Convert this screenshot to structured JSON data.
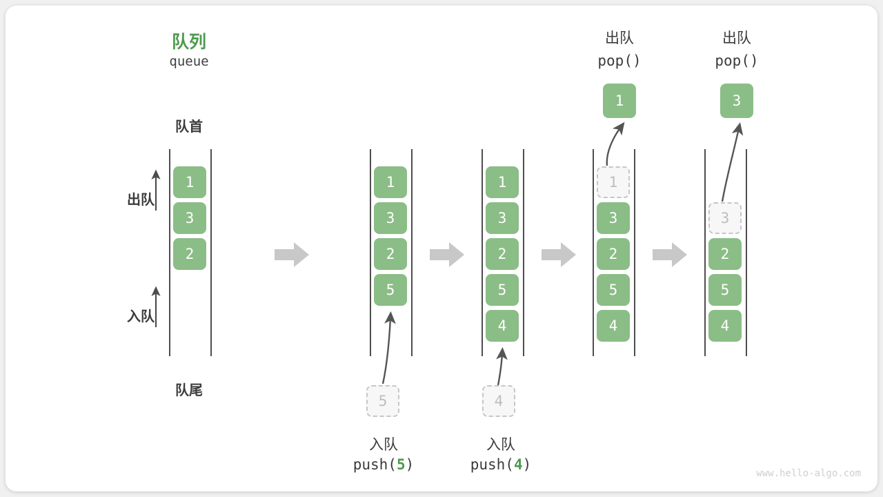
{
  "meta": {
    "watermark": "www.hello-algo.com",
    "colors": {
      "accent_green": "#4e9a4e",
      "cell_green": "#8bbd87",
      "ghost_fill": "#f7f7f7",
      "ghost_border": "#c6c6c6",
      "rail": "#4d4d4d",
      "block_arrow": "#c8c8c8",
      "text_dark": "#3b3b3b",
      "card_bg": "#ffffff"
    }
  },
  "title": {
    "cn": "队列",
    "en": "queue"
  },
  "side_labels": {
    "head": "队首",
    "tail": "队尾",
    "dequeue": "出队",
    "enqueue": "入队"
  },
  "steps": [
    {
      "id": "step-1-initial",
      "cells": [
        "1",
        "3",
        "2"
      ],
      "ghost_index": -1,
      "start_row": 0,
      "incoming": null,
      "outgoing": null,
      "caption_cn": "",
      "caption_code": ""
    },
    {
      "id": "step-2-push-5",
      "cells": [
        "1",
        "3",
        "2",
        "5"
      ],
      "ghost_index": -1,
      "start_row": 0,
      "incoming": "5",
      "outgoing": null,
      "caption_cn": "入队",
      "caption_code": "push(5)",
      "caption_code_pre": "push(",
      "caption_code_num": "5",
      "caption_code_post": ")"
    },
    {
      "id": "step-3-push-4",
      "cells": [
        "1",
        "3",
        "2",
        "5",
        "4"
      ],
      "ghost_index": -1,
      "start_row": 0,
      "incoming": "4",
      "outgoing": null,
      "caption_cn": "入队",
      "caption_code": "push(4)",
      "caption_code_pre": "push(",
      "caption_code_num": "4",
      "caption_code_post": ")"
    },
    {
      "id": "step-4-pop-1",
      "cells": [
        "1",
        "3",
        "2",
        "5",
        "4"
      ],
      "ghost_index": 0,
      "start_row": 0,
      "incoming": null,
      "outgoing": "1",
      "header_cn": "出队",
      "header_code": "pop()",
      "caption_cn": "",
      "caption_code": ""
    },
    {
      "id": "step-5-pop-3",
      "cells": [
        "3",
        "2",
        "5",
        "4"
      ],
      "ghost_index": 0,
      "start_row": 1,
      "incoming": null,
      "outgoing": "3",
      "header_cn": "出队",
      "header_code": "pop()",
      "caption_cn": "",
      "caption_code": ""
    }
  ],
  "flow_arrows": [
    {
      "name": "flow-arrow-1"
    },
    {
      "name": "flow-arrow-2"
    },
    {
      "name": "flow-arrow-3"
    },
    {
      "name": "flow-arrow-4"
    }
  ]
}
